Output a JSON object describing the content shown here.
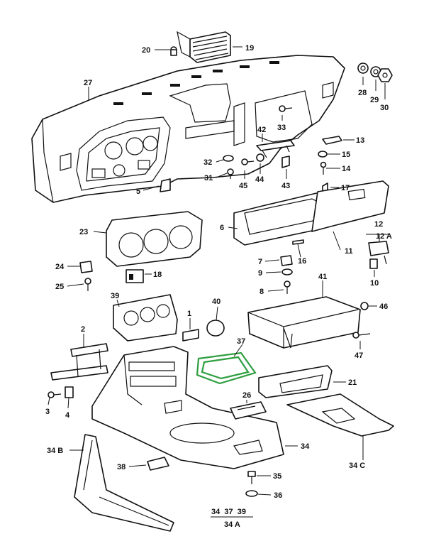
{
  "colors": {
    "line": "#111111",
    "highlight": "#2e9e3f",
    "background": "#ffffff"
  },
  "callouts": {
    "c1": "1",
    "c2": "2",
    "c3": "3",
    "c4": "4",
    "c5": "5",
    "c6": "6",
    "c7": "7",
    "c8": "8",
    "c9": "9",
    "c10": "10",
    "c11": "11",
    "c12": "12",
    "c12a": "12 A",
    "c13": "13",
    "c14": "14",
    "c15": "15",
    "c16": "16",
    "c17": "17",
    "c18": "18",
    "c19": "19",
    "c20": "20",
    "c21": "21",
    "c23": "23",
    "c24": "24",
    "c25": "25",
    "c26": "26",
    "c27": "27",
    "c28": "28",
    "c29": "29",
    "c30": "30",
    "c31": "31",
    "c32": "32",
    "c33": "33",
    "c34": "34",
    "c34b": "34 B",
    "c34c": "34 C",
    "c35": "35",
    "c36": "36",
    "c37": "37",
    "c38": "38",
    "c39": "39",
    "c40": "40",
    "c41": "41",
    "c42": "42",
    "c43": "43",
    "c44": "44",
    "c45": "45",
    "c46": "46",
    "c47": "47"
  },
  "assembly": {
    "items": "34  37  39",
    "label": "34 A"
  }
}
